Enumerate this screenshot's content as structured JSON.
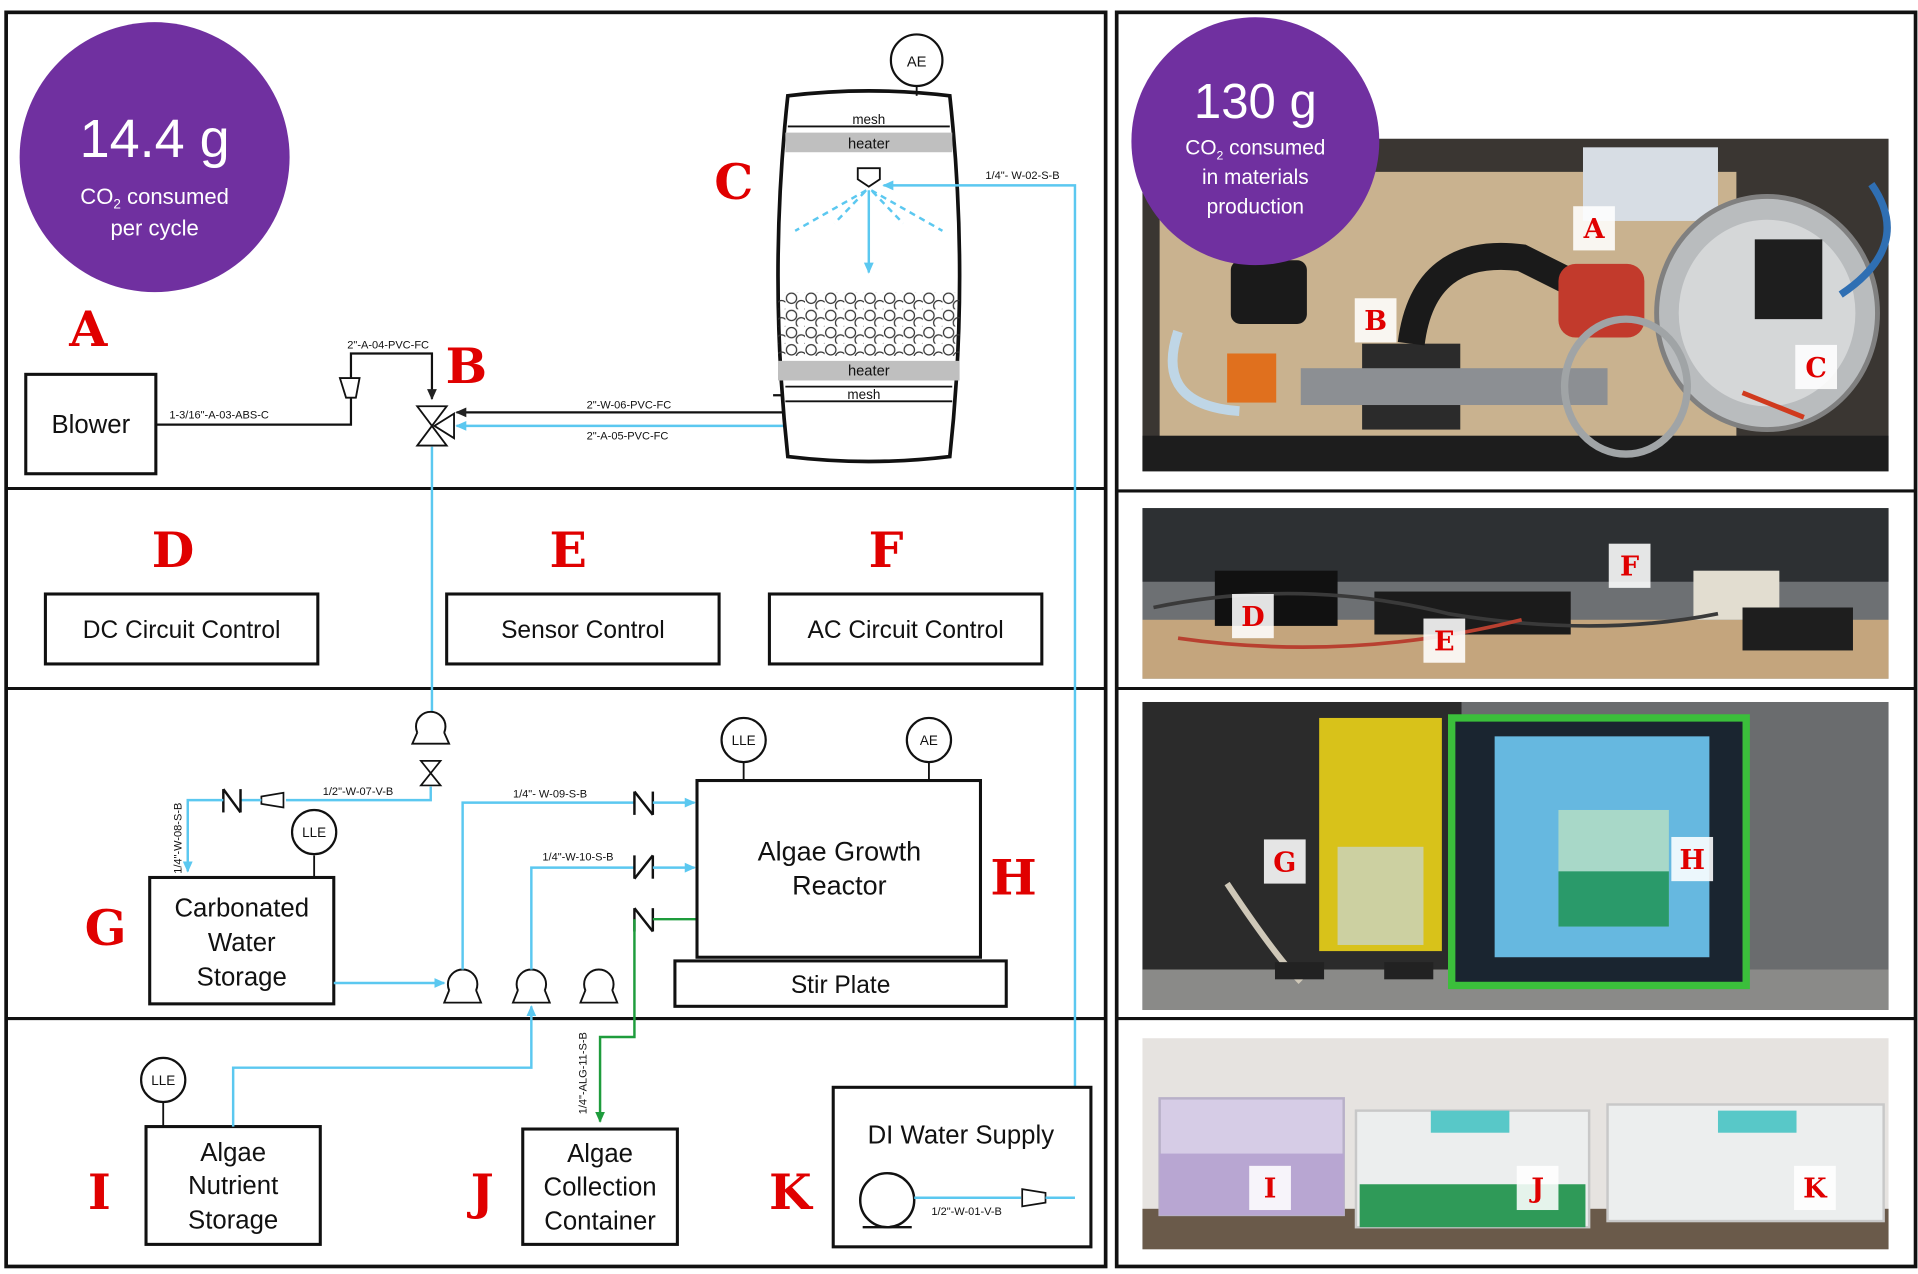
{
  "schematic": {
    "sections": {
      "air_loop": {
        "letters": {
          "A": "A",
          "B": "B",
          "C": "C"
        },
        "co2_stat": {
          "value": "14.4 g",
          "line1_main": "CO",
          "line1_sub": "2",
          "line1_tail": " consumed",
          "line2": "per cycle"
        },
        "blower_label": "Blower",
        "column": {
          "sensor": "AE",
          "mesh_top": "mesh",
          "heater_top": "heater",
          "heater_bottom": "heater",
          "mesh_bottom": "mesh"
        },
        "pipe_labels": {
          "blower_line": "1-3/16\"-A-03-ABS-C",
          "bypass_line": "2\"-A-04-PVC-FC",
          "return_upper": "2\"-W-06-PVC-FC",
          "return_lower": "2\"-A-05-PVC-FC",
          "spray_line": "1/4\"- W-02-S-B"
        }
      },
      "controls": {
        "letters": {
          "D": "D",
          "E": "E",
          "F": "F"
        },
        "boxes": {
          "dc": "DC Circuit Control",
          "sensor": "Sensor Control",
          "ac": "AC Circuit Control"
        }
      },
      "algae": {
        "letters": {
          "G": "G",
          "H": "H"
        },
        "pipe_labels": {
          "w07": "1/2\"-W-07-V-B",
          "w08": "1/4\"-W-08-S-B",
          "w09": "1/4\"- W-09-S-B",
          "w10": "1/4\"-W-10-S-B"
        },
        "sensors": {
          "lle_storage": "LLE",
          "lle_reactor": "LLE",
          "ae_reactor": "AE"
        },
        "storage_lines": [
          "Carbonated",
          "Water",
          "Storage"
        ],
        "reactor_lines": [
          "Algae Growth",
          "Reactor"
        ],
        "stir_plate": "Stir Plate"
      },
      "supply": {
        "letters": {
          "I": "I",
          "J": "J",
          "K": "K"
        },
        "sensor_lle": "LLE",
        "nutrient_lines": [
          "Algae",
          "Nutrient",
          "Storage"
        ],
        "collection_lines": [
          "Algae",
          "Collection",
          "Container"
        ],
        "di_supply": "DI Water Supply",
        "pipe_labels": {
          "alg11": "1/4\"-ALG-11-S-B",
          "w01": "1/2\"-W-01-V-B"
        }
      }
    }
  },
  "photos": {
    "stat": {
      "value": "130 g",
      "line1_main": "CO",
      "line1_sub": "2",
      "line1_tail": " consumed",
      "line2": "in materials",
      "line3": "production"
    },
    "panel1_tags": [
      "A",
      "B",
      "C"
    ],
    "panel2_tags": [
      "D",
      "E",
      "F"
    ],
    "panel3_tags": [
      "G",
      "H"
    ],
    "panel4_tags": [
      "I",
      "J",
      "K"
    ]
  },
  "colors": {
    "purple": "#7030a0",
    "pipe_blue": "#5bc8f0",
    "pipe_green": "#1e9c3c",
    "letter_red": "#e00000"
  }
}
